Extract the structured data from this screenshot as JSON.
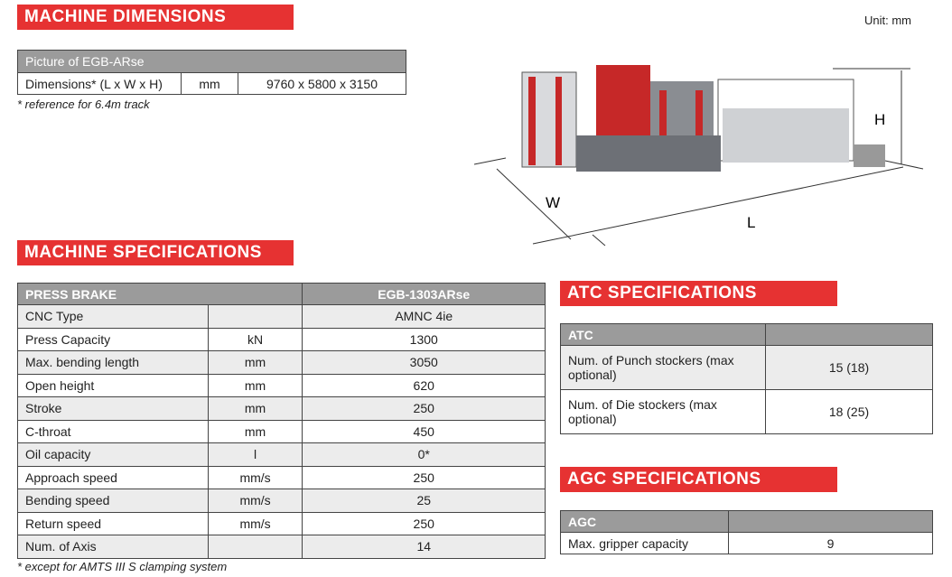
{
  "dimensions": {
    "title": "MACHINE DIMENSIONS",
    "unit_label": "Unit: mm",
    "table_header": "Picture of EGB-ARse",
    "row": {
      "label": "Dimensions* (L x W x H)",
      "unit": "mm",
      "value": "9760 x 5800 x 3150"
    },
    "note": "* reference for 6.4m track",
    "picture_labels": {
      "h": "H",
      "w": "W",
      "l": "L"
    }
  },
  "specs": {
    "title": "MACHINE SPECIFICATIONS",
    "header": {
      "label": "PRESS BRAKE",
      "model": "EGB-1303ARse"
    },
    "rows": [
      {
        "label": "CNC Type",
        "unit": "",
        "value": "AMNC 4ie"
      },
      {
        "label": "Press Capacity",
        "unit": "kN",
        "value": "1300"
      },
      {
        "label": "Max. bending length",
        "unit": "mm",
        "value": "3050"
      },
      {
        "label": "Open height",
        "unit": "mm",
        "value": "620"
      },
      {
        "label": "Stroke",
        "unit": "mm",
        "value": "250"
      },
      {
        "label": "C-throat",
        "unit": "mm",
        "value": "450"
      },
      {
        "label": "Oil capacity",
        "unit": "l",
        "value": "0*"
      },
      {
        "label": "Approach speed",
        "unit": "mm/s",
        "value": "250"
      },
      {
        "label": "Bending speed",
        "unit": "mm/s",
        "value": "25"
      },
      {
        "label": "Return speed",
        "unit": "mm/s",
        "value": "250"
      },
      {
        "label": "Num. of Axis",
        "unit": "",
        "value": "14"
      }
    ],
    "note": "* except for AMTS III S clamping system"
  },
  "atc": {
    "title": "ATC SPECIFICATIONS",
    "header": "ATC",
    "rows": [
      {
        "label": "Num. of Punch stockers (max optional)",
        "value": "15 (18)"
      },
      {
        "label": "Num. of Die stockers (max optional)",
        "value": "18 (25)"
      }
    ]
  },
  "agc": {
    "title": "AGC SPECIFICATIONS",
    "header": "AGC",
    "rows": [
      {
        "label": "Max. gripper capacity",
        "value": "9"
      }
    ]
  }
}
